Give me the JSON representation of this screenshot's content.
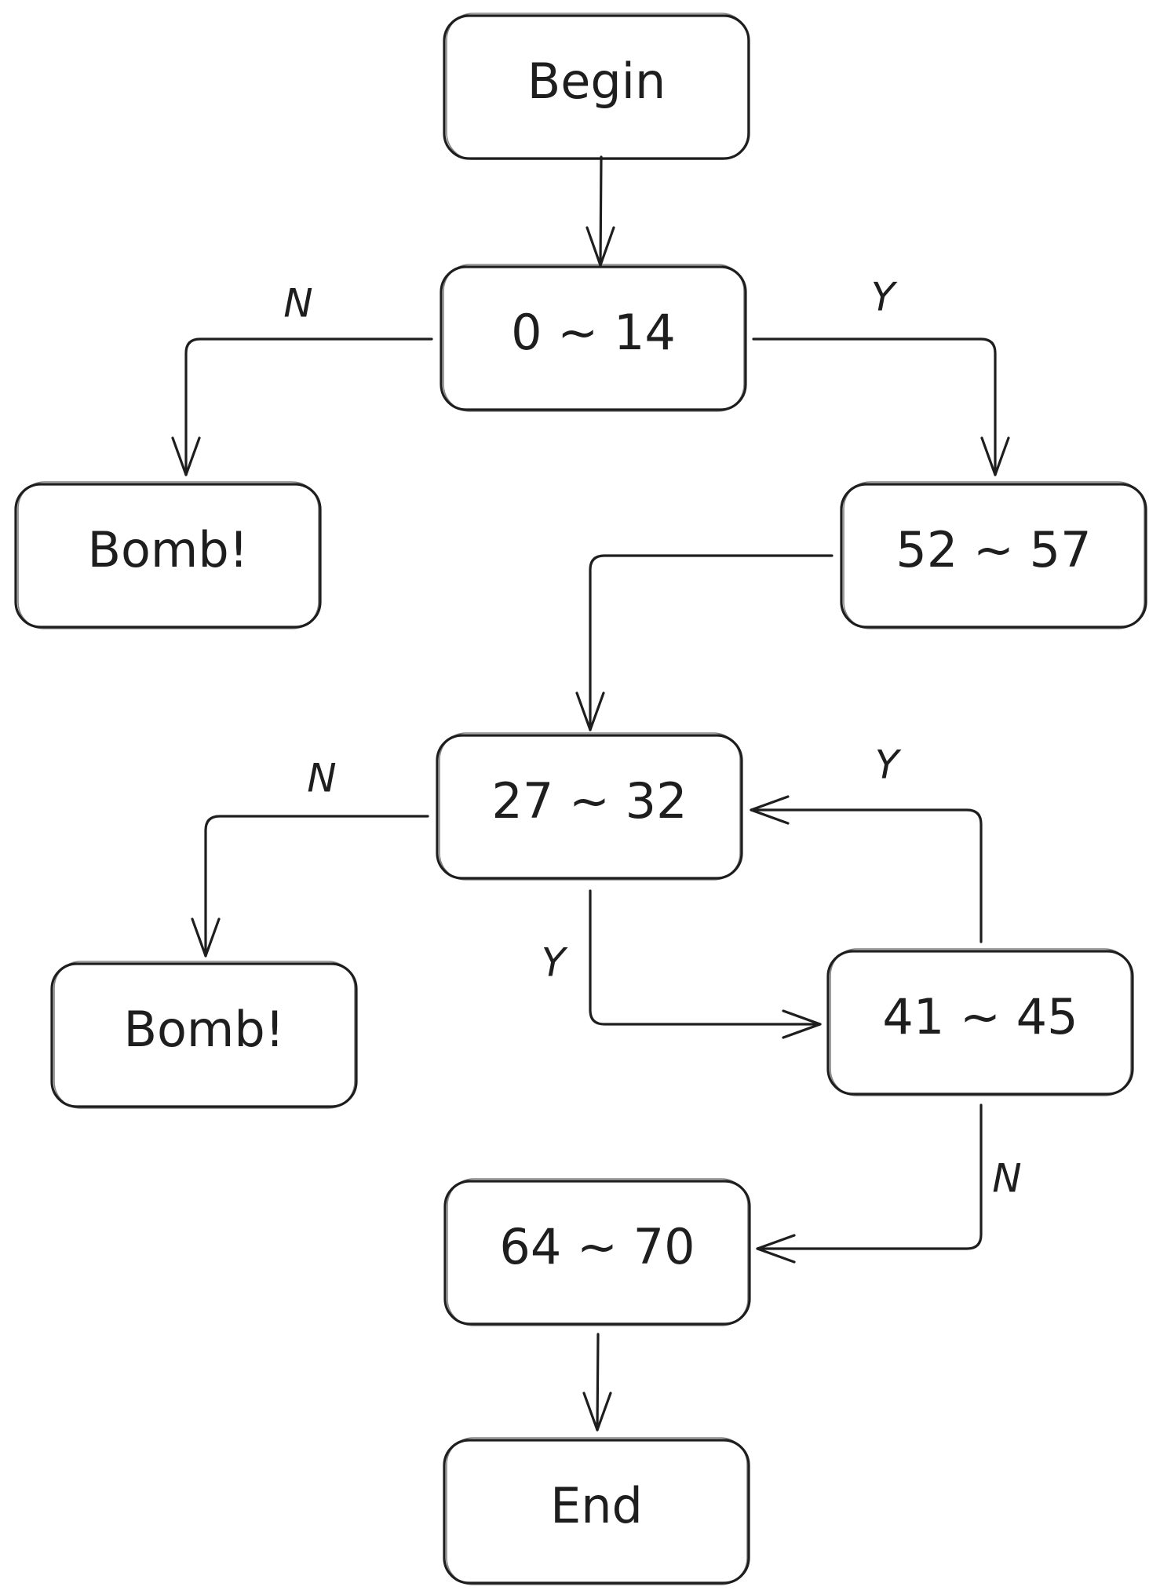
{
  "nodes": {
    "begin": "Begin",
    "range_0_14": "0 ~ 14",
    "bomb_1": "Bomb!",
    "range_52_57": "52 ~ 57",
    "range_27_32": "27 ~ 32",
    "bomb_2": "Bomb!",
    "range_41_45": "41 ~ 45",
    "range_64_70": "64 ~ 70",
    "end": "End"
  },
  "edges": {
    "e_0_14_to_bomb_1": "N",
    "e_0_14_to_52_57": "Y",
    "e_27_32_to_bomb_2": "N",
    "e_27_32_to_41_45": "Y",
    "e_41_45_to_27_32": "Y",
    "e_41_45_to_64_70": "N"
  }
}
